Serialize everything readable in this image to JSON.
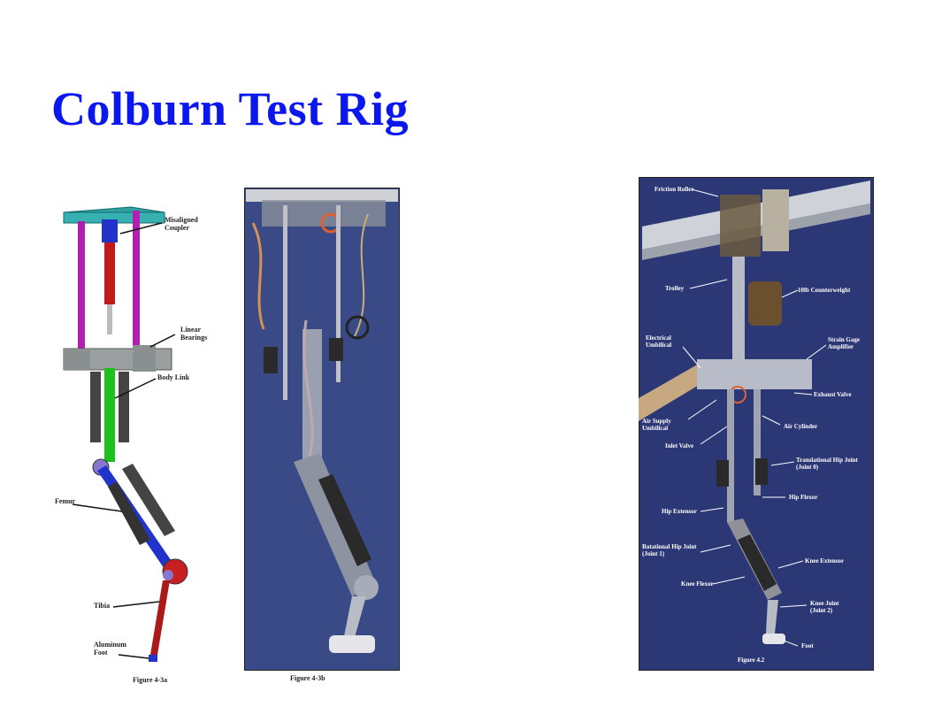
{
  "slide": {
    "title": "Colburn Test Rig"
  },
  "figure_a": {
    "caption": "Figure 4-3a",
    "labels": {
      "coupler": "Misaligned\nCoupler",
      "bearings": "Linear\nBearings",
      "body_link": "Body Link",
      "femur": "Femur",
      "tibia": "Tibia",
      "foot": "Aluminum\nFoot"
    }
  },
  "figure_b": {
    "caption": "Figure 4-3b"
  },
  "figure_c": {
    "caption": "Figure 4.2",
    "labels": {
      "friction_roller": "Friction Roller",
      "trolley": "Trolley",
      "counterweight": "10lb Counterweight",
      "electrical_umbilical": "Electrical\nUmbilical",
      "strain_gage": "Strain Gage\nAmplifier",
      "exhaust_valve": "Exhaust Valve",
      "air_supply": "Air Supply\nUmbilical",
      "air_cylinder": "Air Cylinder",
      "inlet_valve": "Inlet Valve",
      "translational_hip": "Translational Hip Joint\n(Joint 0)",
      "hip_flexor": "Hip Flexor",
      "hip_extensor": "Hip Extensor",
      "rotational_hip": "Rotational Hip Joint\n(Joint 1)",
      "knee_extensor": "Knee Extensor",
      "knee_flexor": "Knee Flexor",
      "knee_joint": "Knee Joint\n(Joint 2)",
      "foot": "Foot"
    }
  }
}
